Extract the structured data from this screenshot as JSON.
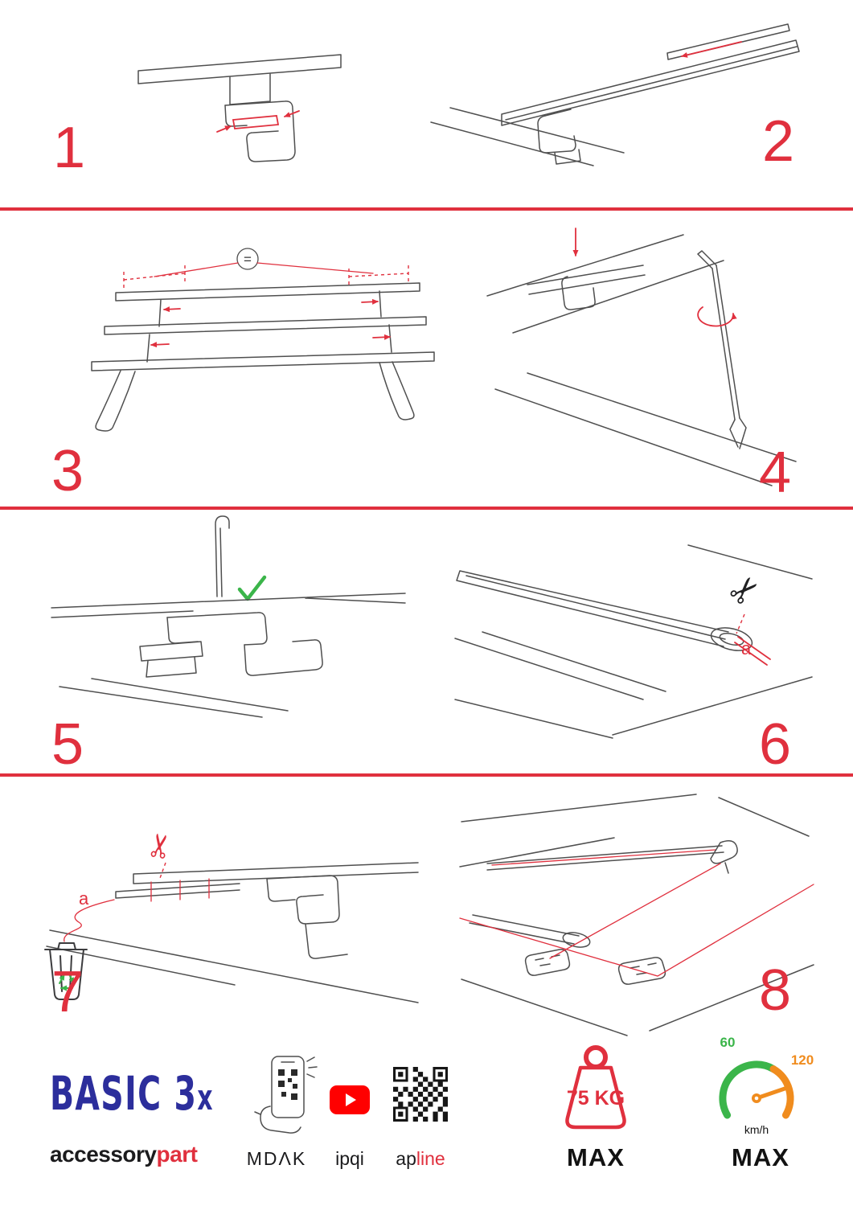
{
  "colors": {
    "accent": "#e0303e",
    "ink": "#4f4f4f",
    "green": "#3bb54a",
    "blue": "#2c2e9c",
    "orange": "#f08c1e",
    "youtube": "#ff0000",
    "dark": "#1c1c1e"
  },
  "steps": [
    {
      "number": "1"
    },
    {
      "number": "2"
    },
    {
      "number": "3"
    },
    {
      "number": "4"
    },
    {
      "number": "5"
    },
    {
      "number": "6"
    },
    {
      "number": "7"
    },
    {
      "number": "8"
    }
  ],
  "annotations": {
    "equals": "=",
    "a": "a"
  },
  "icons": {
    "scissors": "✂",
    "recycle": "green-recycle-arrows",
    "check": "green-checkmark",
    "trash": "waste-bin-outline",
    "phone_qr": "hand-holding-phone-scanning-qr",
    "youtube": "red-play-button",
    "qr_code": "qr-code",
    "weight": "weight-limit-badge",
    "speedometer": "speed-gauge"
  },
  "footer": {
    "brand": {
      "name": "BASIC 3",
      "suffix": "x",
      "maker_black": "accessory",
      "maker_red": "part"
    },
    "links": {
      "phone_label": "MDΛK",
      "video_label": "ipqi",
      "qr_black": "ap",
      "qr_red": "line"
    },
    "weight": {
      "value": "75 KG",
      "max": "MAX"
    },
    "speed": {
      "tick_low": "60",
      "tick_high": "120",
      "unit": "km/h",
      "max": "MAX"
    }
  }
}
